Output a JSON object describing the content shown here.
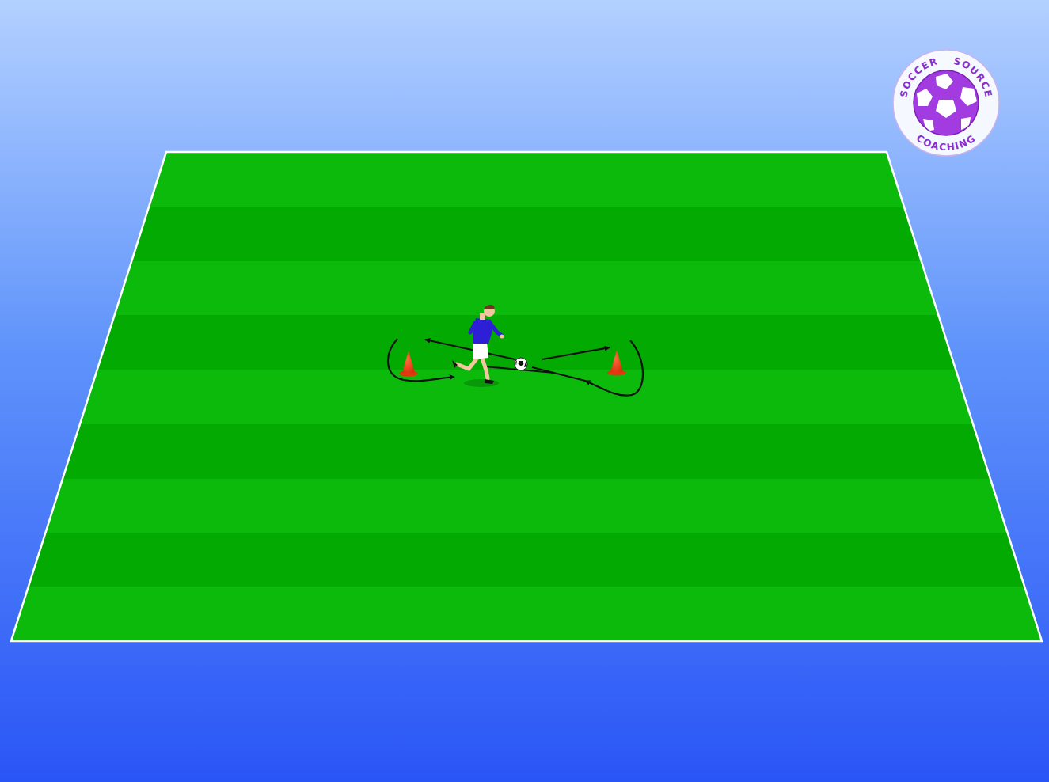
{
  "diagram": {
    "labels": [
      "SOCCER",
      "SOURCE",
      "COACHING"
    ]
  }
}
